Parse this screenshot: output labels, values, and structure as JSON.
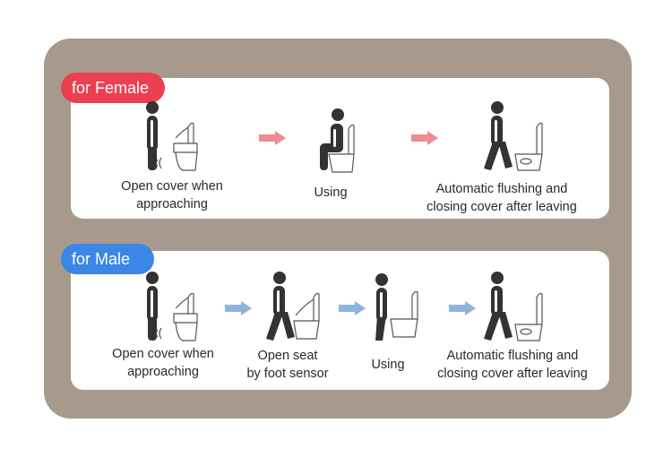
{
  "female": {
    "tag": "for Female",
    "steps": [
      {
        "line1": "Open cover when",
        "line2": "approaching"
      },
      {
        "line1": "Using",
        "line2": ""
      },
      {
        "line1": "Automatic flushing and",
        "line2": "closing cover after leaving"
      }
    ]
  },
  "male": {
    "tag": "for Male",
    "steps": [
      {
        "line1": "Open cover when",
        "line2": "approaching"
      },
      {
        "line1": "Open seat",
        "line2": "by foot sensor"
      },
      {
        "line1": "Using",
        "line2": ""
      },
      {
        "line1": "Automatic flushing and",
        "line2": "closing cover after leaving"
      }
    ]
  },
  "colors": {
    "frame": "#a79a8c",
    "female_accent": "#ed3f52",
    "male_accent": "#3b86e6",
    "female_arrow": "#f08a93",
    "male_arrow": "#8fb3dc",
    "figure": "#333333"
  },
  "icons": [
    "standing-person-icon",
    "sitting-person-icon",
    "walking-person-icon",
    "toilet-icon",
    "arrow-right-icon"
  ]
}
